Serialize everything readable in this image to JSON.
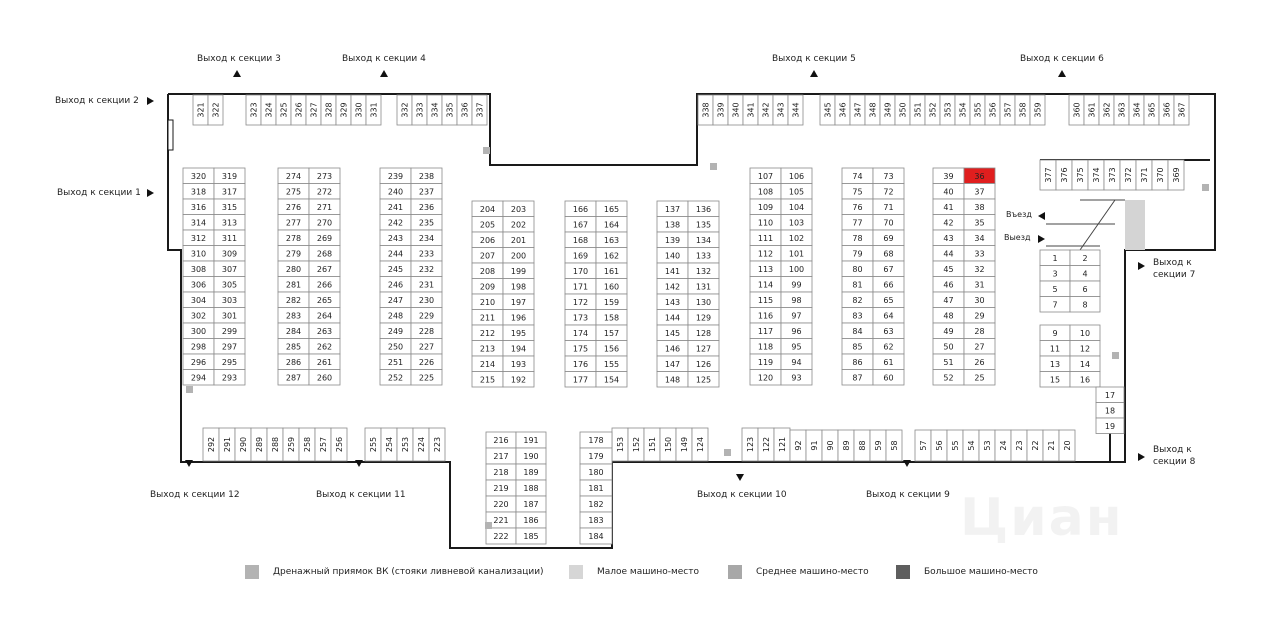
{
  "exits": [
    {
      "id": "s3",
      "label": "Выход к секции 3"
    },
    {
      "id": "s4",
      "label": "Выход к секции 4"
    },
    {
      "id": "s5",
      "label": "Выход к секции 5"
    },
    {
      "id": "s6",
      "label": "Выход к секции 6"
    },
    {
      "id": "s2",
      "label": "Выход к секции 2"
    },
    {
      "id": "s1",
      "label": "Выход к секции 1"
    },
    {
      "id": "s7",
      "label": "Выход к секции 7"
    },
    {
      "id": "s8",
      "label": "Выход к секции 8"
    },
    {
      "id": "s12",
      "label": "Выход к секции 12"
    },
    {
      "id": "s11",
      "label": "Выход к секции 11"
    },
    {
      "id": "s10",
      "label": "Выход к секции 10"
    },
    {
      "id": "s9",
      "label": "Выход к секции 9"
    }
  ],
  "ramps": {
    "entry": "Въезд",
    "exit": "Выезд"
  },
  "selected_spot": "36",
  "colors": {
    "selected": "#e01e1e",
    "wall": "#1a1a1a",
    "line": "#8a8a8a",
    "drain": "#b3b3b3",
    "small": "#d6d6d6",
    "medium": "#a8a8a8",
    "large": "#5e5e5e"
  },
  "legend": [
    {
      "key": "drain",
      "label": "Дренажный приямок ВК (стояки ливневой канализации)"
    },
    {
      "key": "small",
      "label": "Малое машино-место"
    },
    {
      "key": "medium",
      "label": "Среднее машино-место"
    },
    {
      "key": "large",
      "label": "Большое машино-место"
    }
  ],
  "watermark": "Циан",
  "spots": {
    "top_a": [
      "321",
      "322"
    ],
    "top_b": [
      "323",
      "324",
      "325",
      "326",
      "327",
      "328",
      "329",
      "330",
      "331"
    ],
    "top_c": [
      "332",
      "333",
      "334",
      "335",
      "336",
      "337"
    ],
    "top_d": [
      "338",
      "339",
      "340",
      "341",
      "342",
      "343",
      "344"
    ],
    "top_e": [
      "345",
      "346",
      "347",
      "348",
      "349",
      "350",
      "351",
      "352",
      "353",
      "354",
      "355",
      "356",
      "357",
      "358",
      "359"
    ],
    "top_f": [
      "360",
      "361",
      "362",
      "363",
      "364",
      "365",
      "366",
      "367"
    ],
    "col1": [
      [
        "320",
        "319"
      ],
      [
        "318",
        "317"
      ],
      [
        "316",
        "315"
      ],
      [
        "314",
        "313"
      ],
      [
        "312",
        "311"
      ],
      [
        "310",
        "309"
      ],
      [
        "308",
        "307"
      ],
      [
        "306",
        "305"
      ],
      [
        "304",
        "303"
      ],
      [
        "302",
        "301"
      ],
      [
        "300",
        "299"
      ],
      [
        "298",
        "297"
      ],
      [
        "296",
        "295"
      ],
      [
        "294",
        "293"
      ]
    ],
    "col2": [
      [
        "274",
        "273"
      ],
      [
        "275",
        "272"
      ],
      [
        "276",
        "271"
      ],
      [
        "277",
        "270"
      ],
      [
        "278",
        "269"
      ],
      [
        "279",
        "268"
      ],
      [
        "280",
        "267"
      ],
      [
        "281",
        "266"
      ],
      [
        "282",
        "265"
      ],
      [
        "283",
        "264"
      ],
      [
        "284",
        "263"
      ],
      [
        "285",
        "262"
      ],
      [
        "286",
        "261"
      ],
      [
        "287",
        "260"
      ]
    ],
    "col3": [
      [
        "239",
        "238"
      ],
      [
        "240",
        "237"
      ],
      [
        "241",
        "236"
      ],
      [
        "242",
        "235"
      ],
      [
        "243",
        "234"
      ],
      [
        "244",
        "233"
      ],
      [
        "245",
        "232"
      ],
      [
        "246",
        "231"
      ],
      [
        "247",
        "230"
      ],
      [
        "248",
        "229"
      ],
      [
        "249",
        "228"
      ],
      [
        "250",
        "227"
      ],
      [
        "251",
        "226"
      ],
      [
        "252",
        "225"
      ]
    ],
    "col4": [
      [
        "204",
        "203"
      ],
      [
        "205",
        "202"
      ],
      [
        "206",
        "201"
      ],
      [
        "207",
        "200"
      ],
      [
        "208",
        "199"
      ],
      [
        "209",
        "198"
      ],
      [
        "210",
        "197"
      ],
      [
        "211",
        "196"
      ],
      [
        "212",
        "195"
      ],
      [
        "213",
        "194"
      ],
      [
        "214",
        "193"
      ],
      [
        "215",
        "192"
      ]
    ],
    "col5": [
      [
        "166",
        "165"
      ],
      [
        "167",
        "164"
      ],
      [
        "168",
        "163"
      ],
      [
        "169",
        "162"
      ],
      [
        "170",
        "161"
      ],
      [
        "171",
        "160"
      ],
      [
        "172",
        "159"
      ],
      [
        "173",
        "158"
      ],
      [
        "174",
        "157"
      ],
      [
        "175",
        "156"
      ],
      [
        "176",
        "155"
      ],
      [
        "177",
        "154"
      ]
    ],
    "col6": [
      [
        "137",
        "136"
      ],
      [
        "138",
        "135"
      ],
      [
        "139",
        "134"
      ],
      [
        "140",
        "133"
      ],
      [
        "141",
        "132"
      ],
      [
        "142",
        "131"
      ],
      [
        "143",
        "130"
      ],
      [
        "144",
        "129"
      ],
      [
        "145",
        "128"
      ],
      [
        "146",
        "127"
      ],
      [
        "147",
        "126"
      ],
      [
        "148",
        "125"
      ]
    ],
    "col7": [
      [
        "107",
        "106"
      ],
      [
        "108",
        "105"
      ],
      [
        "109",
        "104"
      ],
      [
        "110",
        "103"
      ],
      [
        "111",
        "102"
      ],
      [
        "112",
        "101"
      ],
      [
        "113",
        "100"
      ],
      [
        "114",
        "99"
      ],
      [
        "115",
        "98"
      ],
      [
        "116",
        "97"
      ],
      [
        "117",
        "96"
      ],
      [
        "118",
        "95"
      ],
      [
        "119",
        "94"
      ],
      [
        "120",
        "93"
      ]
    ],
    "col8": [
      [
        "74",
        "73"
      ],
      [
        "75",
        "72"
      ],
      [
        "76",
        "71"
      ],
      [
        "77",
        "70"
      ],
      [
        "78",
        "69"
      ],
      [
        "79",
        "68"
      ],
      [
        "80",
        "67"
      ],
      [
        "81",
        "66"
      ],
      [
        "82",
        "65"
      ],
      [
        "83",
        "64"
      ],
      [
        "84",
        "63"
      ],
      [
        "85",
        "62"
      ],
      [
        "86",
        "61"
      ],
      [
        "87",
        "60"
      ]
    ],
    "col9": [
      [
        "39",
        "36"
      ],
      [
        "40",
        "37"
      ],
      [
        "41",
        "38"
      ],
      [
        "42",
        "35"
      ],
      [
        "43",
        "34"
      ],
      [
        "44",
        "33"
      ],
      [
        "45",
        "32"
      ],
      [
        "46",
        "31"
      ],
      [
        "47",
        "30"
      ],
      [
        "48",
        "29"
      ],
      [
        "49",
        "28"
      ],
      [
        "50",
        "27"
      ],
      [
        "51",
        "26"
      ],
      [
        "52",
        "25"
      ]
    ],
    "ramp_top": [
      "377",
      "376",
      "375",
      "374",
      "373",
      "372",
      "371",
      "370",
      "369"
    ],
    "right_pairs_a": [
      [
        "1",
        "2"
      ],
      [
        "3",
        "4"
      ],
      [
        "5",
        "6"
      ],
      [
        "7",
        "8"
      ]
    ],
    "right_pairs_b": [
      [
        "9",
        "10"
      ],
      [
        "11",
        "12"
      ],
      [
        "13",
        "14"
      ],
      [
        "15",
        "16"
      ]
    ],
    "right_single": [
      "17",
      "18",
      "19"
    ],
    "bottom_a": [
      "292",
      "291",
      "290",
      "289",
      "288",
      "259",
      "258",
      "257",
      "256"
    ],
    "bottom_b": [
      "255",
      "254",
      "253",
      "224",
      "223"
    ],
    "col_bottom": [
      [
        "216",
        "191"
      ],
      [
        "217",
        "190"
      ],
      [
        "218",
        "189"
      ],
      [
        "219",
        "188"
      ],
      [
        "220",
        "187"
      ],
      [
        "221",
        "186"
      ],
      [
        "222",
        "185"
      ]
    ],
    "col_bottom2": [
      "178",
      "179",
      "180",
      "181",
      "182",
      "183",
      "184"
    ],
    "bottom_c": [
      "153",
      "152",
      "151",
      "150",
      "149",
      "124"
    ],
    "bottom_d": [
      "123",
      "122",
      "121"
    ],
    "bottom_e": [
      "92",
      "91",
      "90",
      "89",
      "88",
      "59",
      "58"
    ],
    "bottom_f": [
      "57",
      "56",
      "55",
      "54",
      "53",
      "24",
      "23",
      "22",
      "21",
      "20"
    ]
  }
}
